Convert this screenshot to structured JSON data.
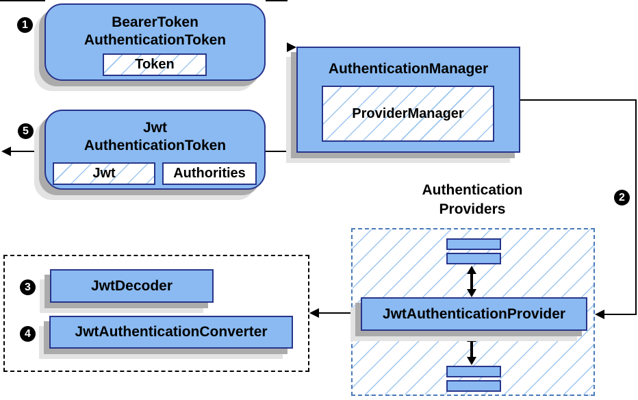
{
  "badges": {
    "step1": "1",
    "step2": "2",
    "step3": "3",
    "step4": "4",
    "step5": "5"
  },
  "nodes": {
    "bearer_token": {
      "title_line1": "BearerToken",
      "title_line2": "AuthenticationToken",
      "field": "Token"
    },
    "authentication_manager": {
      "title": "AuthenticationManager",
      "implementation": "ProviderManager"
    },
    "jwt_token": {
      "title_line1": "Jwt",
      "title_line2": "AuthenticationToken",
      "field1": "Jwt",
      "field2": "Authorities"
    },
    "providers_group": {
      "title_line1": "Authentication",
      "title_line2": "Providers"
    },
    "jwt_provider": {
      "title": "JwtAuthenticationProvider"
    },
    "jwt_decoder": {
      "title": "JwtDecoder"
    },
    "jwt_converter": {
      "title": "JwtAuthenticationConverter"
    }
  },
  "colors": {
    "node_fill": "#8abaf1",
    "node_border": "#27348b",
    "hatch_line": "#9cc5ef",
    "blue_dash": "#4878b8",
    "shadow_dark": "#ababab",
    "shadow_light": "#e3e3e3",
    "arrow_color": "#000000",
    "text_color": "#000000"
  }
}
